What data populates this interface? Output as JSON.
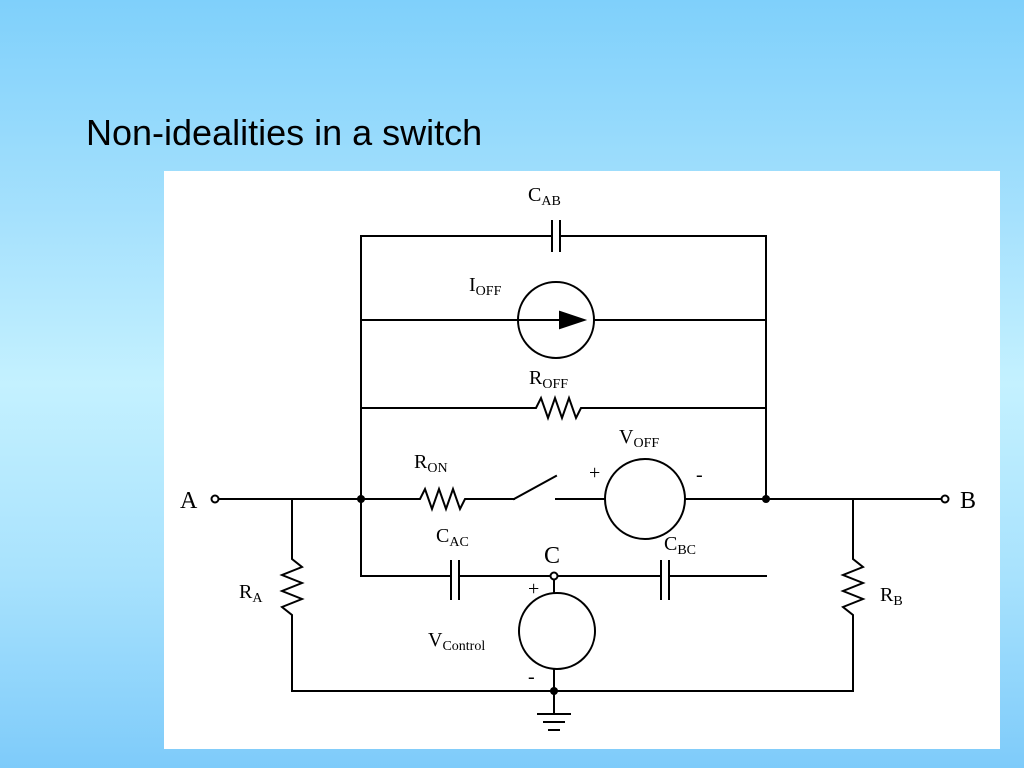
{
  "slide": {
    "title": "Non-idealities in a switch"
  },
  "diagram": {
    "labels": {
      "cab": {
        "main": "C",
        "sub": "AB"
      },
      "ioff": {
        "main": "I",
        "sub": "OFF"
      },
      "roff": {
        "main": "R",
        "sub": "OFF"
      },
      "voff": {
        "main": "V",
        "sub": "OFF"
      },
      "ron": {
        "main": "R",
        "sub": "ON"
      },
      "cac": {
        "main": "C",
        "sub": "AC"
      },
      "cbc": {
        "main": "C",
        "sub": "BC"
      },
      "ra": {
        "main": "R",
        "sub": "A"
      },
      "rb": {
        "main": "R",
        "sub": "B"
      },
      "vcontrol": {
        "main": "V",
        "sub": "Control"
      },
      "node_a": "A",
      "node_b": "B",
      "node_c": "C",
      "voff_plus": "+",
      "voff_minus": "-",
      "vcontrol_plus": "+",
      "vcontrol_minus": "-"
    }
  }
}
